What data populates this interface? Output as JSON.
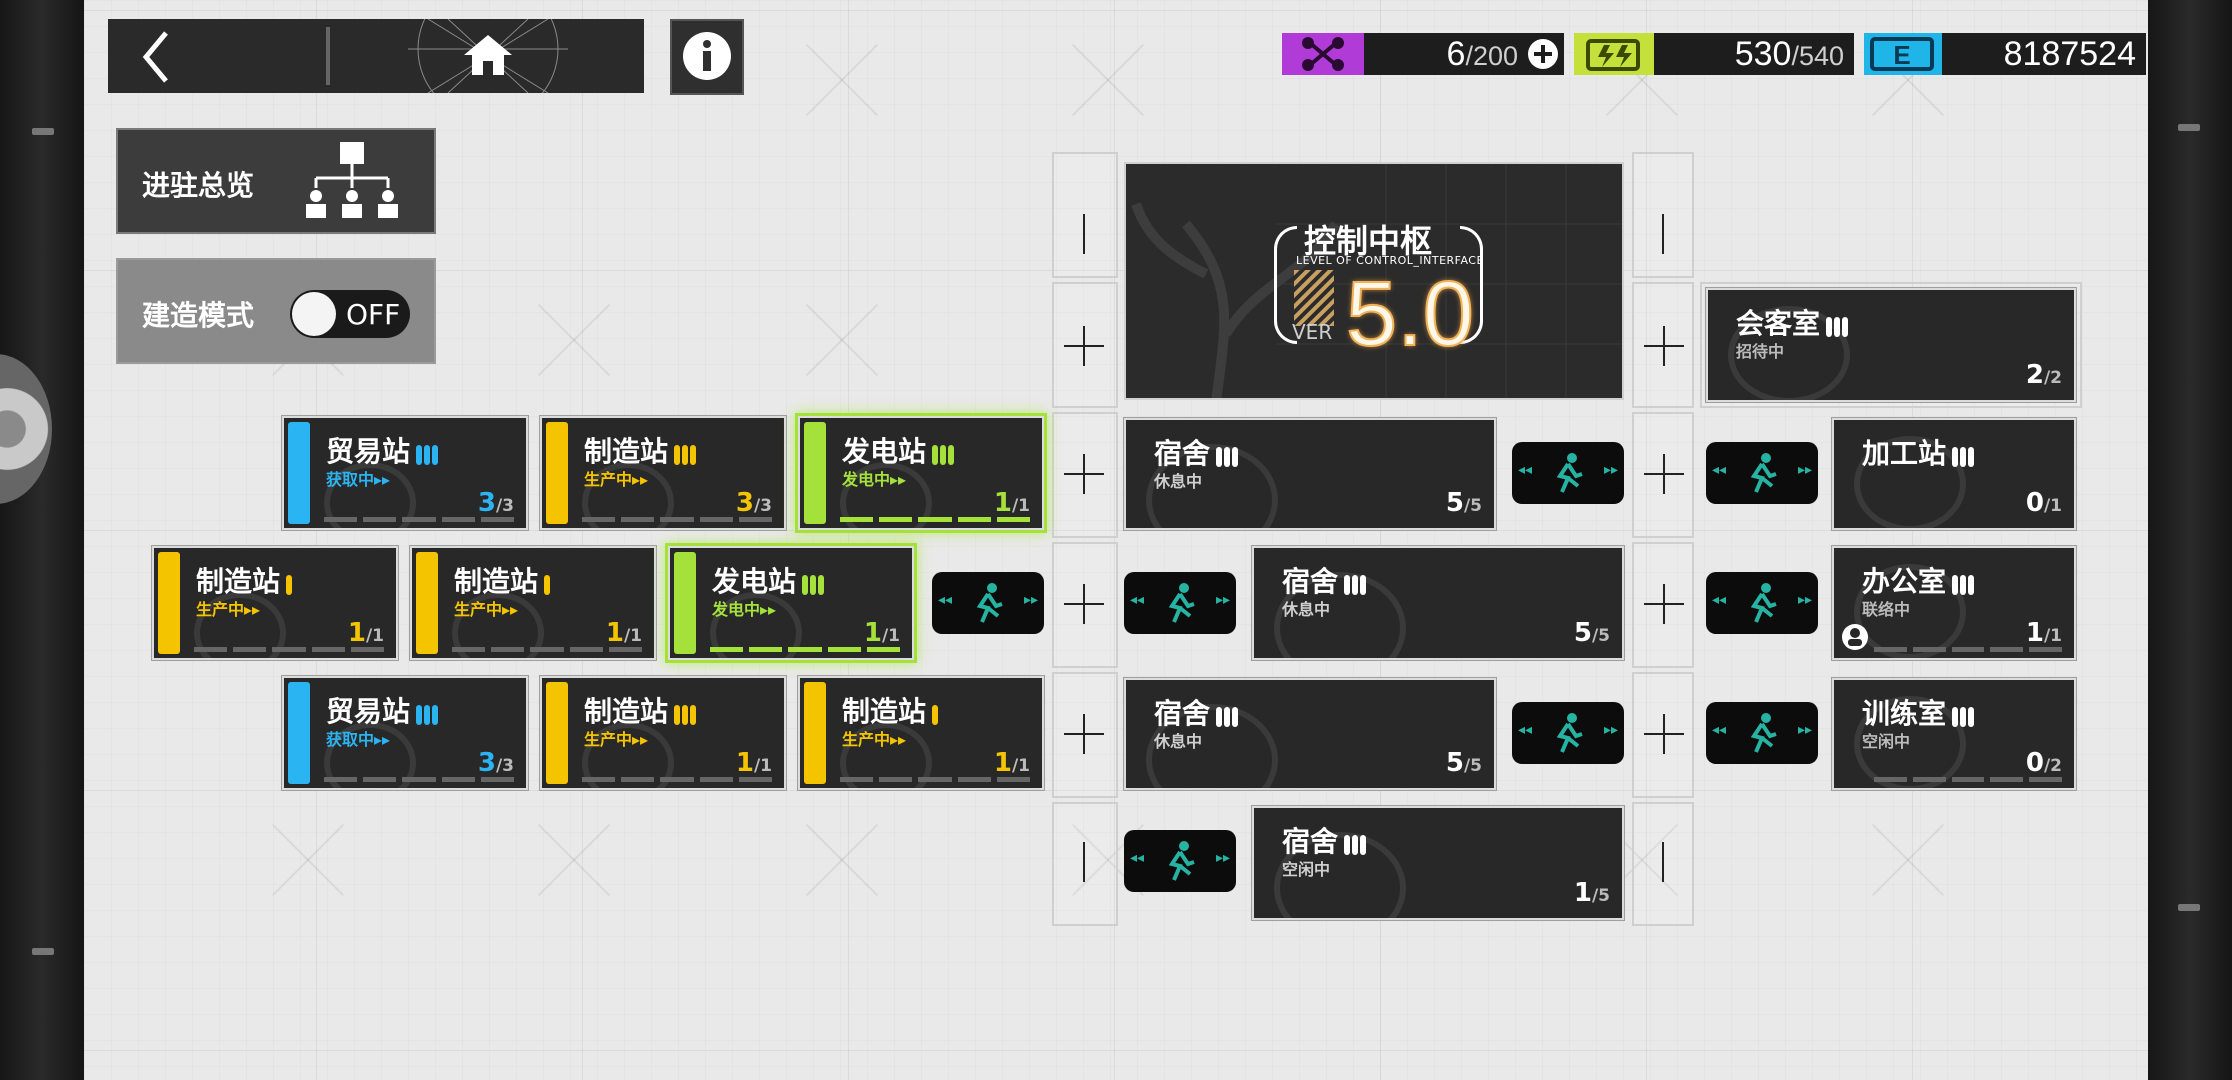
{
  "colors": {
    "trade": "#2bb4f2",
    "manufacture": "#f5c400",
    "power": "#a5e13b",
    "drone": "#b13bd6",
    "sanity": "#c5e03a",
    "lmd": "#1fb5e8"
  },
  "resources": {
    "drone": {
      "icon": "drone-icon",
      "value": "6",
      "max": "/200"
    },
    "sanity": {
      "icon": "battery-icon",
      "value": "530",
      "max": "/540"
    },
    "lmd": {
      "icon": "currency-icon",
      "value": "8187524"
    }
  },
  "overview": {
    "label": "进驻总览",
    "icon": "org-chart-icon"
  },
  "build_mode": {
    "label": "建造模式",
    "state": "OFF"
  },
  "control_center": {
    "title": "控制中枢",
    "subtitle": "LEVEL OF CONTROL_INTERFACE",
    "ver_label": "VER",
    "version": "5.0"
  },
  "rooms": {
    "reception": {
      "name": "会客室",
      "status": "招待中",
      "count": "2",
      "max": "/2"
    },
    "trade1": {
      "name": "贸易站",
      "status": "获取中▸▸",
      "count": "3",
      "max": "/3"
    },
    "factory1": {
      "name": "制造站",
      "status": "生产中▸▸",
      "count": "3",
      "max": "/3"
    },
    "power1": {
      "name": "发电站",
      "status": "发电中▸▸",
      "count": "1",
      "max": "/1"
    },
    "dorm1": {
      "name": "宿舍",
      "status": "休息中",
      "count": "5",
      "max": "/5"
    },
    "workshop": {
      "name": "加工站",
      "count": "0",
      "max": "/1"
    },
    "factory2": {
      "name": "制造站",
      "status": "生产中▸▸",
      "count": "1",
      "max": "/1"
    },
    "factory3": {
      "name": "制造站",
      "status": "生产中▸▸",
      "count": "1",
      "max": "/1"
    },
    "power2": {
      "name": "发电站",
      "status": "发电中▸▸",
      "count": "1",
      "max": "/1"
    },
    "dorm2": {
      "name": "宿舍",
      "status": "休息中",
      "count": "5",
      "max": "/5"
    },
    "office": {
      "name": "办公室",
      "status": "联络中",
      "count": "1",
      "max": "/1"
    },
    "trade2": {
      "name": "贸易站",
      "status": "获取中▸▸",
      "count": "3",
      "max": "/3"
    },
    "factory4": {
      "name": "制造站",
      "status": "生产中▸▸",
      "count": "1",
      "max": "/1"
    },
    "factory5": {
      "name": "制造站",
      "status": "生产中▸▸",
      "count": "1",
      "max": "/1"
    },
    "dorm3": {
      "name": "宿舍",
      "status": "休息中",
      "count": "5",
      "max": "/5"
    },
    "training": {
      "name": "训练室",
      "status": "空闲中",
      "count": "0",
      "max": "/2"
    },
    "dorm4": {
      "name": "宿舍",
      "status": "空闲中",
      "count": "1",
      "max": "/5"
    }
  }
}
